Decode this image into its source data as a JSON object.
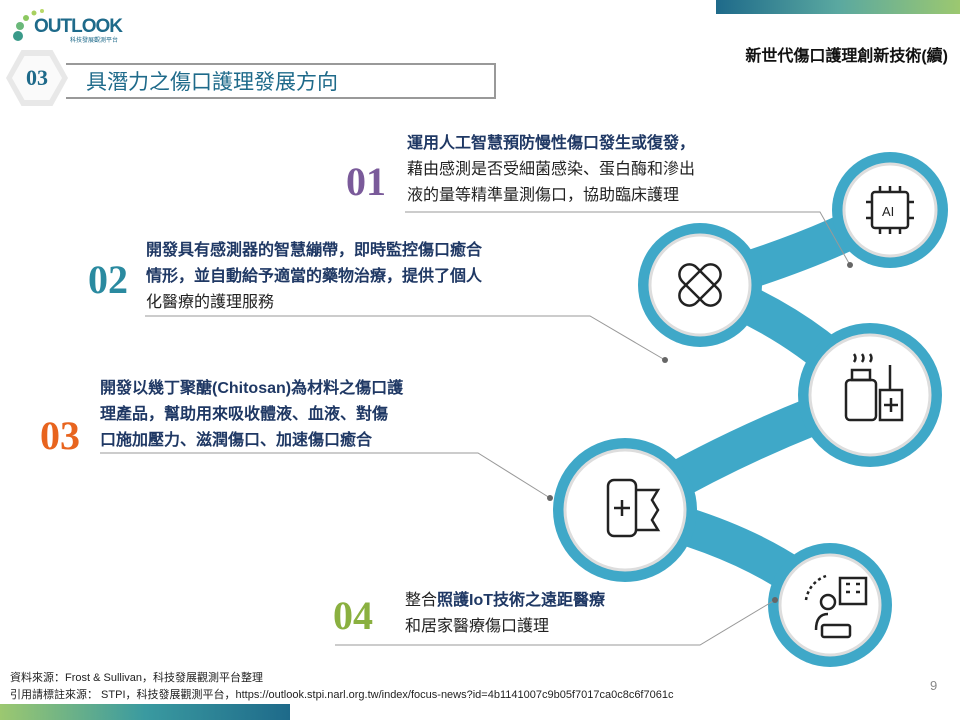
{
  "logo": {
    "name": "OUTLOOK",
    "subtitle": "科技發展觀測平台"
  },
  "header": {
    "slide_title": "新世代傷口護理創新技術(續)",
    "section_number": "03",
    "section_title": "具潛力之傷口護理發展方向"
  },
  "items": [
    {
      "number": "01",
      "color": "#7a5a9a",
      "lines": [
        "運用人工智慧預防慢性傷口發生或復發，",
        "藉由感測是否受細菌感染、蛋白酶和滲出",
        "液的量等精準量測傷口，協助臨床護理"
      ],
      "icon": "ai-chip-icon"
    },
    {
      "number": "02",
      "color": "#2a8aa0",
      "lines": [
        "開發具有感測器的智慧繃帶，即時監控傷口癒合",
        "情形，並自動給予適當的藥物治療，提供了個人",
        "化醫療的護理服務"
      ],
      "icon": "bandage-icon"
    },
    {
      "number": "03",
      "color": "#e8641e",
      "lines": [
        "開發以幾丁聚醣(Chitosan)為材料之傷口護",
        "理產品，幫助用來吸收體液、血液、對傷",
        "口施加壓力、滋潤傷口、加速傷口癒合"
      ],
      "icon": "bandage-roll-icon"
    },
    {
      "number": "04",
      "color": "#8ab040",
      "lines_pre": "整合",
      "lines_bold": "照護IoT技術之遠距醫療",
      "line2": "和居家醫療傷口護理",
      "icon": "telemedicine-icon"
    }
  ],
  "extra_icon": "medicine-bottle-icon",
  "footer": {
    "source": "資料來源：Frost & Sullivan，科技發展觀測平台整理",
    "cite": "引用請標註來源： STPI，科技發展觀測平台，https://outlook.stpi.narl.org.tw/index/focus-news?id=4b1141007c9b05f7017ca0c8c6f7061c",
    "page": "9"
  }
}
